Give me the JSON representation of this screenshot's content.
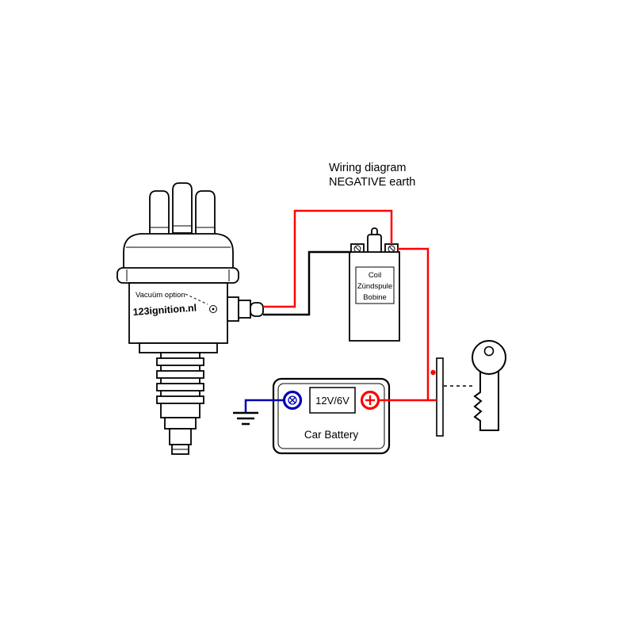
{
  "title": {
    "line1": "Wiring diagram",
    "line2": "NEGATIVE earth"
  },
  "distributor": {
    "vacuum_label": "Vacuüm option",
    "brand": "123ignition.nl"
  },
  "coil": {
    "label_line1": "Coil",
    "label_line2": "Zündspule",
    "label_line3": "Bobine"
  },
  "battery": {
    "voltage": "12V/6V",
    "name": "Car Battery"
  },
  "colors": {
    "wire_red": "#ff0000",
    "wire_black": "#000000",
    "wire_blue": "#0000b0",
    "outline": "#000000"
  }
}
